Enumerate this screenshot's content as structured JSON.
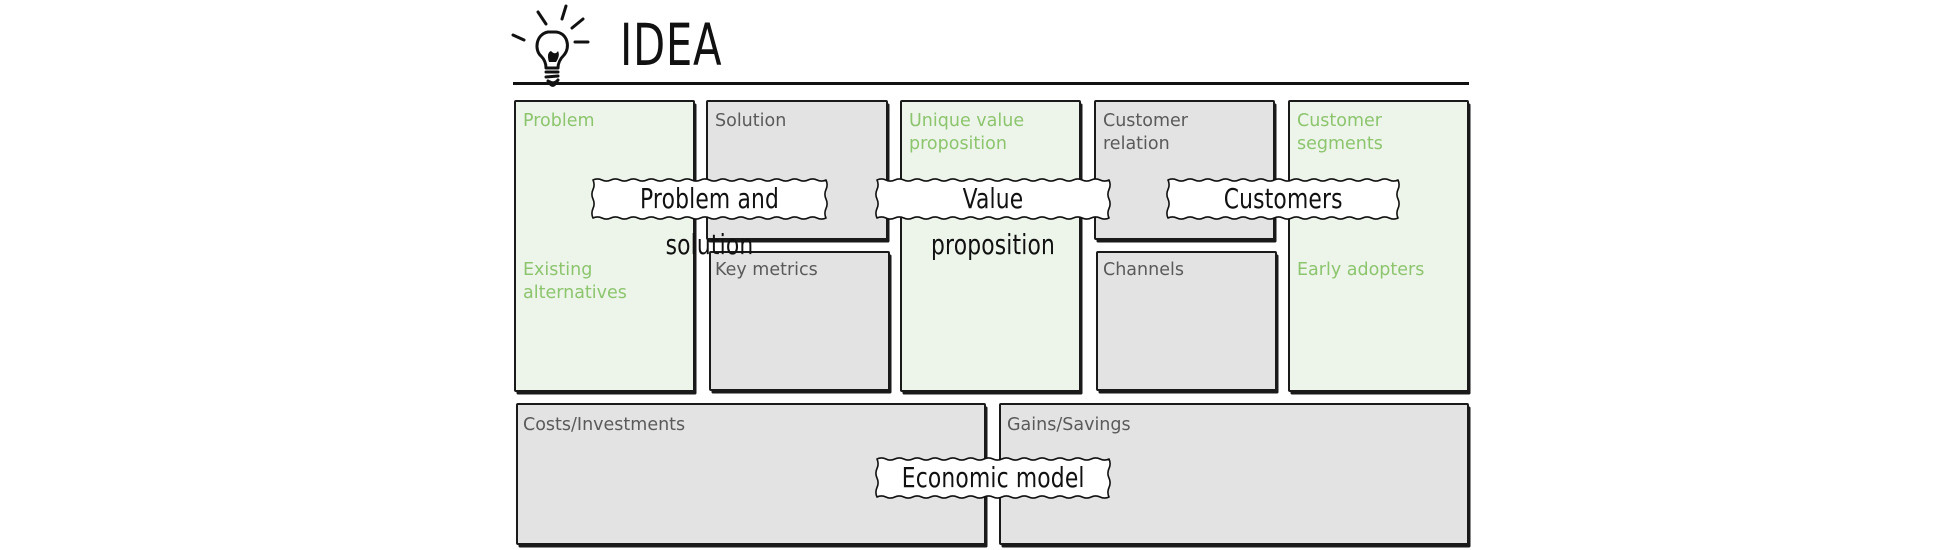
{
  "header": {
    "title": "IDEA",
    "logo_icon": "lightbulb-icon"
  },
  "colors": {
    "green_fill": "#edf5ea",
    "grey_fill": "#e3e3e3",
    "green_text": "#8cc56e",
    "grey_text": "#5a5a5a",
    "outline": "#1a1a1a"
  },
  "canvas": {
    "problem": "Problem",
    "existing_alternatives": "Existing\nalternatives",
    "solution": "Solution",
    "key_metrics": "Key metrics",
    "unique_value_proposition": "Unique value\nproposition",
    "customer_relation": "Customer\nrelation",
    "channels": "Channels",
    "customer_segments": "Customer\nsegments",
    "early_adopters": "Early adopters",
    "costs_investments": "Costs/Investments",
    "gains_savings": "Gains/Savings"
  },
  "badges": {
    "problem_and_solution": "Problem and solution",
    "value_proposition": "Value proposition",
    "customers": "Customers",
    "economic_model": "Economic model"
  }
}
